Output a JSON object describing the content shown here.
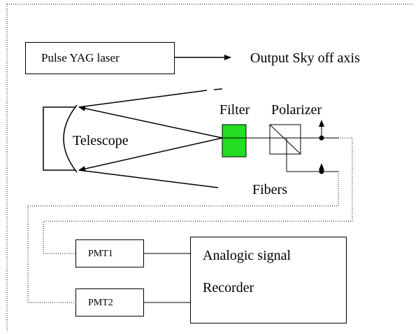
{
  "laser": {
    "label": "Pulse YAG laser"
  },
  "output": {
    "label": "Output Sky off axis"
  },
  "telescope": {
    "label": "Telescope"
  },
  "filter": {
    "label": "Filter",
    "color": "#22dd22"
  },
  "polarizer": {
    "label": "Polarizer"
  },
  "fibers": {
    "label": "Fibers"
  },
  "pmt1": {
    "label": "PMT1"
  },
  "pmt2": {
    "label": "PMT2"
  },
  "recorder": {
    "line1": "Analogic signal",
    "line2": "Recorder"
  }
}
